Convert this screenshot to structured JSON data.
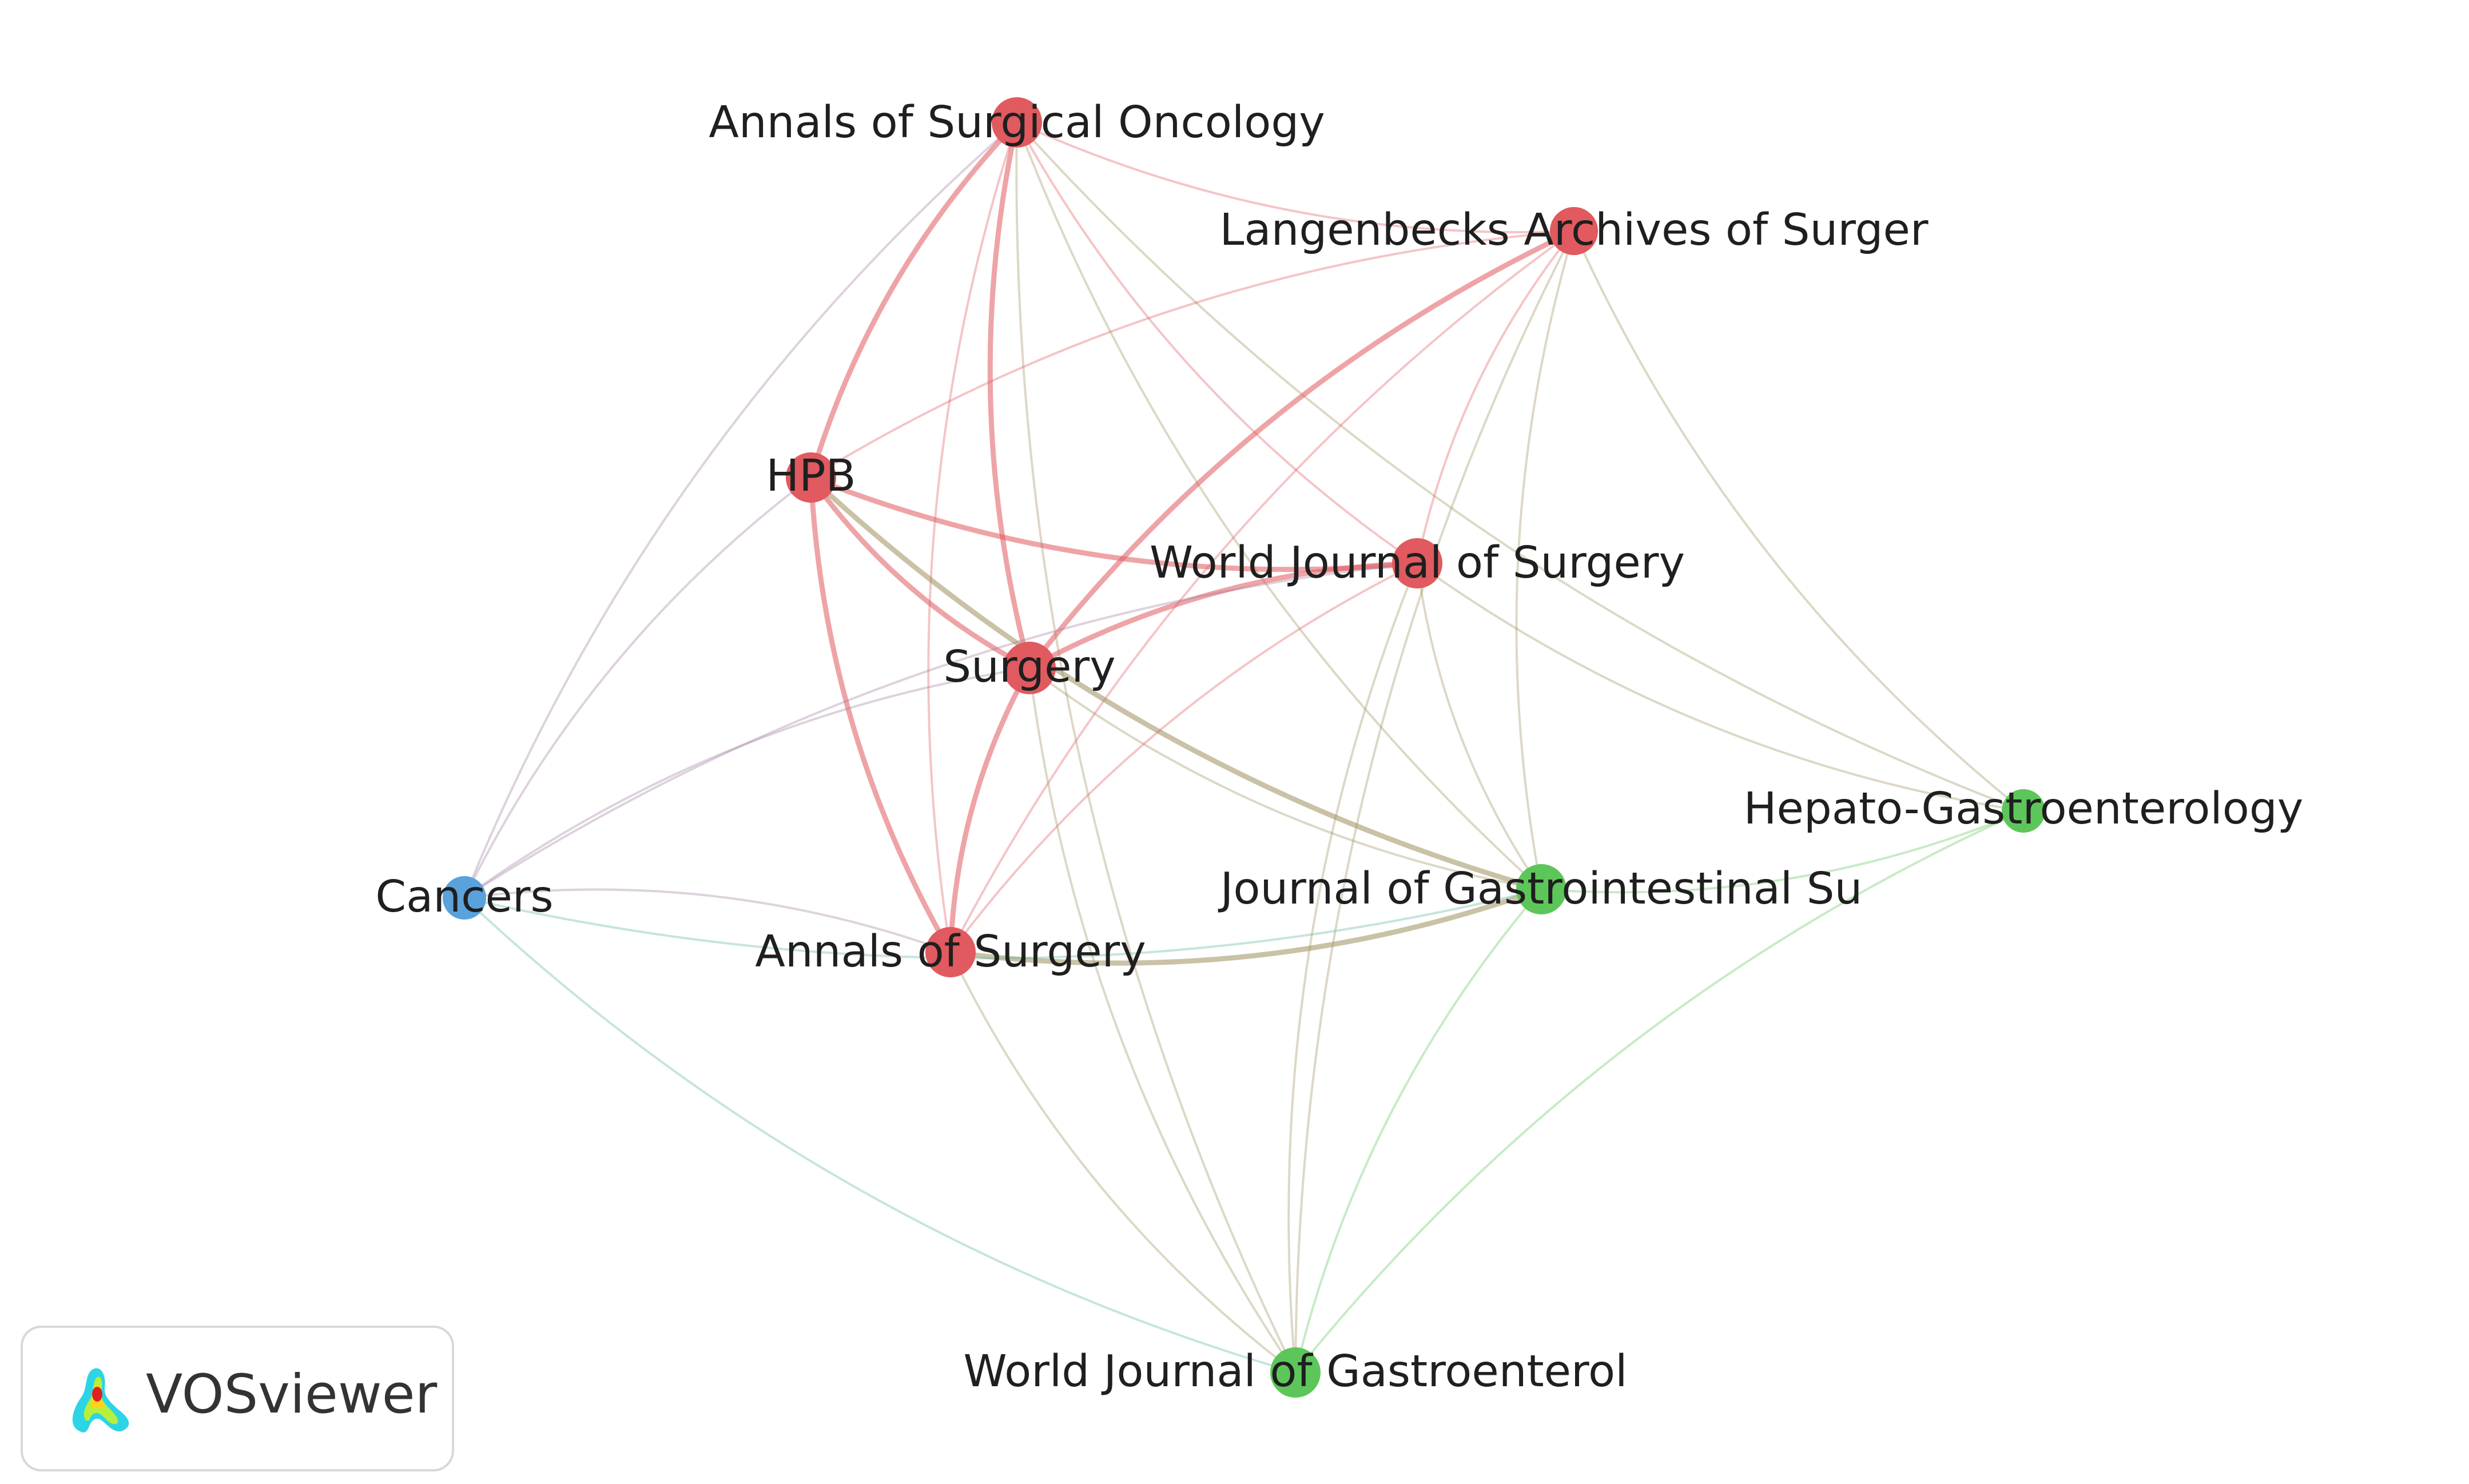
{
  "brand": {
    "name": "VOSviewer",
    "logo_icon": "vosviewer-logo-icon"
  },
  "clusters": {
    "red": "#e05a5f",
    "green": "#5dc65a",
    "blue": "#5aa2dc"
  },
  "nodes": [
    {
      "id": "aso",
      "label": "Annals of Surgical Oncology",
      "cluster": "red"
    },
    {
      "id": "lang",
      "label": "Langenbecks Archives of Surger",
      "cluster": "red"
    },
    {
      "id": "hpb",
      "label": "HPB",
      "cluster": "red"
    },
    {
      "id": "wjs",
      "label": "World Journal of Surgery",
      "cluster": "red"
    },
    {
      "id": "surg",
      "label": "Surgery",
      "cluster": "red"
    },
    {
      "id": "annsurg",
      "label": "Annals of Surgery",
      "cluster": "red"
    },
    {
      "id": "cancers",
      "label": "Cancers",
      "cluster": "blue"
    },
    {
      "id": "jgs",
      "label": "Journal of Gastrointestinal Su",
      "cluster": "green"
    },
    {
      "id": "hepato",
      "label": "Hepato-Gastroenterology",
      "cluster": "green"
    },
    {
      "id": "wjg",
      "label": "World Journal of Gastroenterol",
      "cluster": "green"
    }
  ],
  "links": [
    [
      "aso",
      "lang"
    ],
    [
      "aso",
      "hpb"
    ],
    [
      "aso",
      "wjs"
    ],
    [
      "aso",
      "surg"
    ],
    [
      "aso",
      "annsurg"
    ],
    [
      "aso",
      "jgs"
    ],
    [
      "aso",
      "hepato"
    ],
    [
      "aso",
      "cancers"
    ],
    [
      "aso",
      "wjg"
    ],
    [
      "lang",
      "hpb"
    ],
    [
      "lang",
      "wjs"
    ],
    [
      "lang",
      "surg"
    ],
    [
      "lang",
      "annsurg"
    ],
    [
      "lang",
      "jgs"
    ],
    [
      "lang",
      "hepato"
    ],
    [
      "lang",
      "wjg"
    ],
    [
      "hpb",
      "wjs"
    ],
    [
      "hpb",
      "surg"
    ],
    [
      "hpb",
      "annsurg"
    ],
    [
      "hpb",
      "jgs"
    ],
    [
      "hpb",
      "cancers"
    ],
    [
      "wjs",
      "surg"
    ],
    [
      "wjs",
      "annsurg"
    ],
    [
      "wjs",
      "jgs"
    ],
    [
      "wjs",
      "hepato"
    ],
    [
      "wjs",
      "cancers"
    ],
    [
      "wjs",
      "wjg"
    ],
    [
      "surg",
      "annsurg"
    ],
    [
      "surg",
      "jgs"
    ],
    [
      "surg",
      "cancers"
    ],
    [
      "surg",
      "wjg"
    ],
    [
      "annsurg",
      "jgs"
    ],
    [
      "annsurg",
      "cancers"
    ],
    [
      "annsurg",
      "wjg"
    ],
    [
      "cancers",
      "jgs"
    ],
    [
      "cancers",
      "wjg"
    ],
    [
      "jgs",
      "hepato"
    ],
    [
      "jgs",
      "wjg"
    ],
    [
      "hepato",
      "wjg"
    ]
  ]
}
